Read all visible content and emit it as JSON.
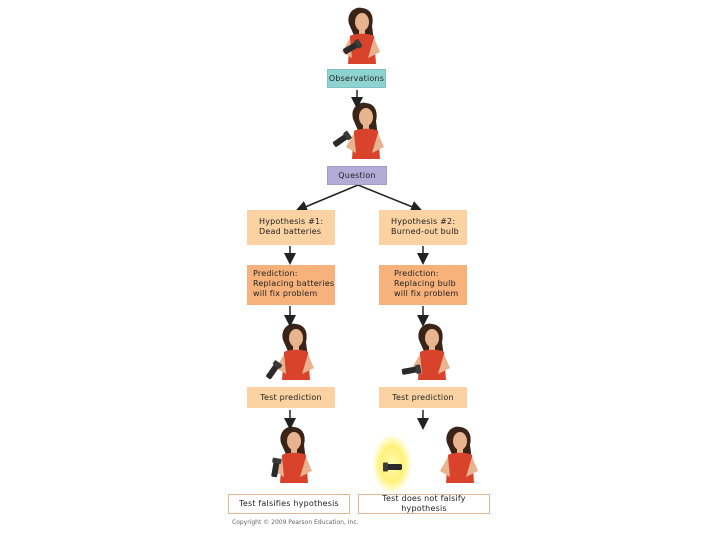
{
  "observations": "Observations",
  "question": "Question",
  "hypothesis1": [
    "Hypothesis #1:",
    "Dead batteries"
  ],
  "hypothesis2": [
    "Hypothesis #2:",
    "Burned-out bulb"
  ],
  "prediction1": [
    "Prediction:",
    "Replacing batteries",
    "will fix problem"
  ],
  "prediction2": [
    "Prediction:",
    "Replacing bulb",
    "will fix problem"
  ],
  "test1": "Test prediction",
  "test2": "Test prediction",
  "conclusion1": "Test falsifies hypothesis",
  "conclusion2": "Test does not falsify hypothesis",
  "copyright": "Copyright © 2009 Pearson Education, Inc.",
  "colors": {
    "observations": "#8fd3d1",
    "question": "#b2acd6",
    "hypothesis": "#fbd3a2",
    "prediction": "#f7b27b",
    "shirt": "#d9432b",
    "hair": "#3a2418",
    "skin": "#e8b48f",
    "light": "#fff27a"
  }
}
